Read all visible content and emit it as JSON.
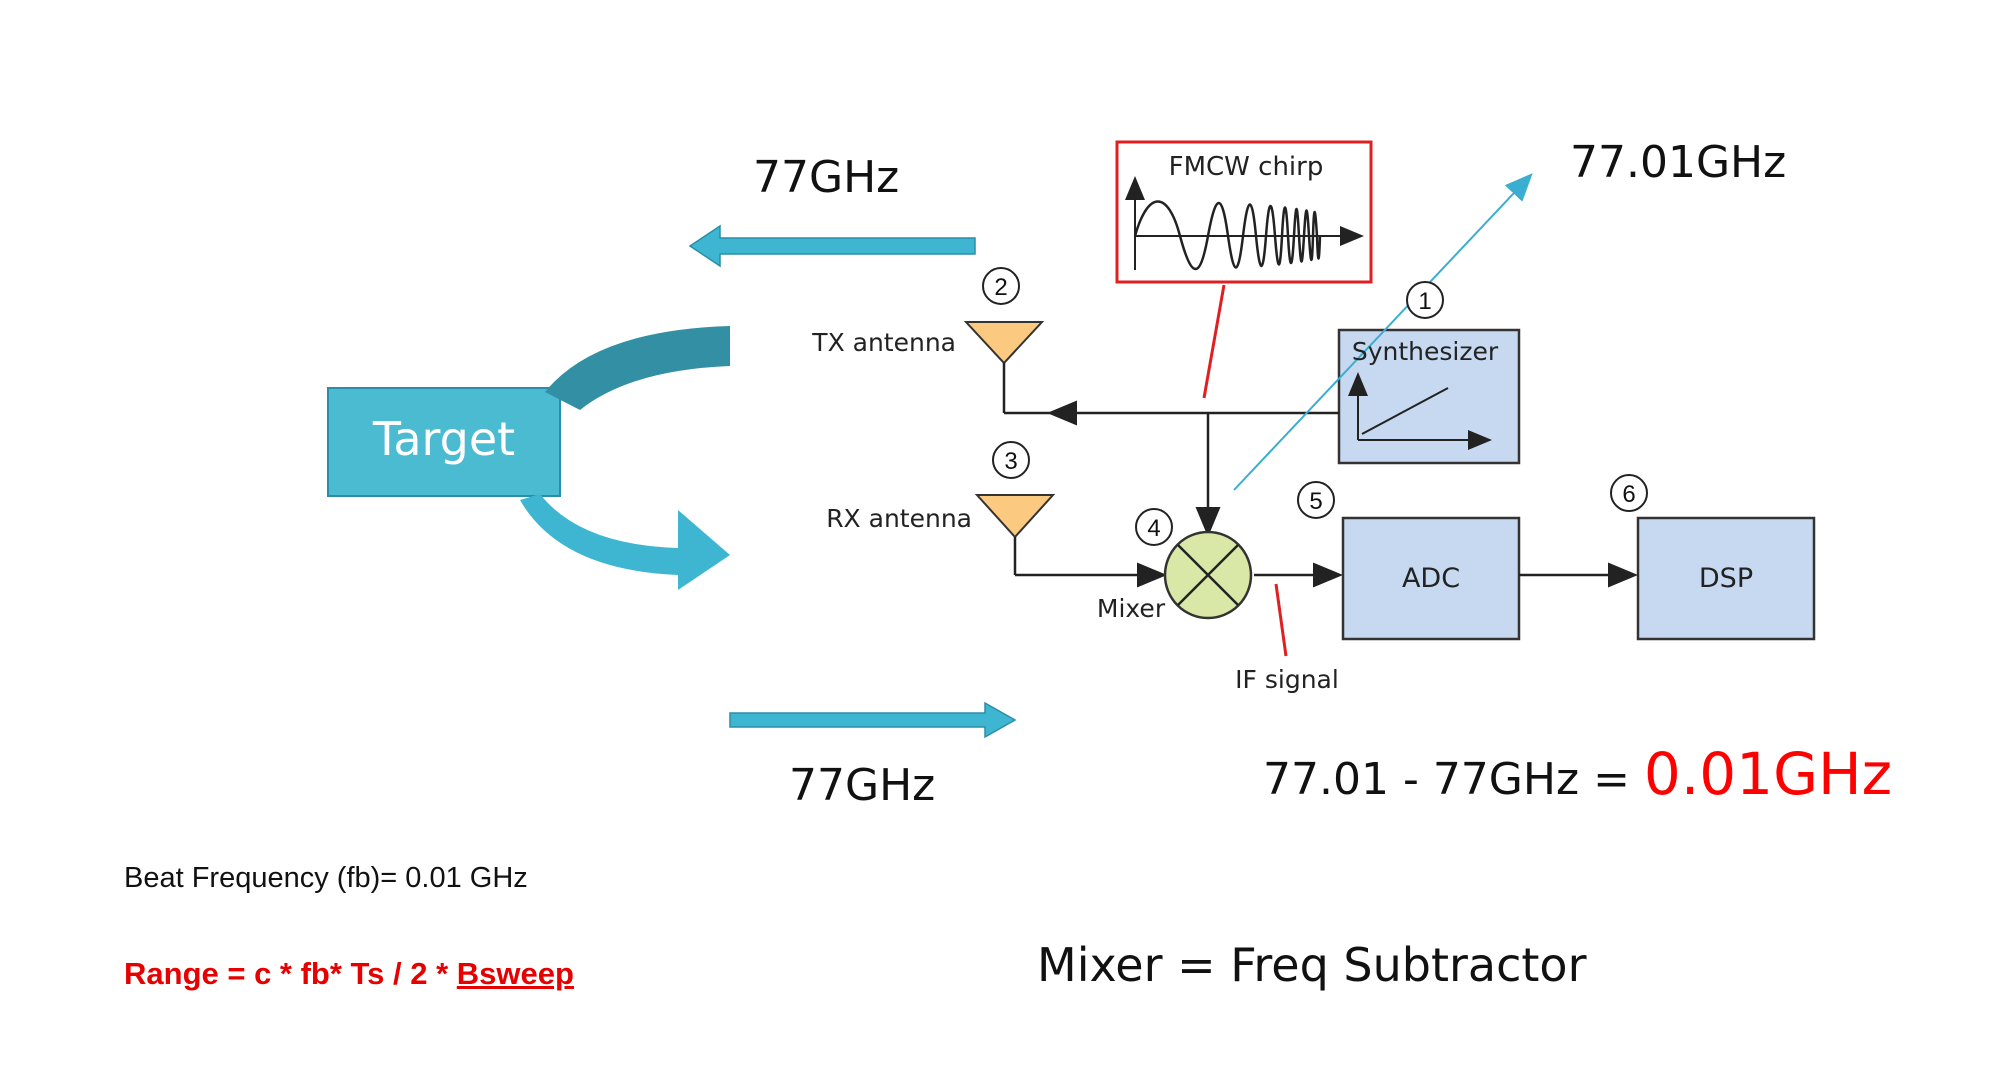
{
  "target": {
    "label": "Target"
  },
  "freq_labels": {
    "tx_top": "77GHz",
    "rx_bottom": "77GHz",
    "chirp_out": "77.01GHz"
  },
  "blocks": {
    "fmcw": "FMCW chirp",
    "synthesizer": "Synthesizer",
    "adc": "ADC",
    "dsp": "DSP",
    "tx_antenna": "TX antenna",
    "rx_antenna": "RX antenna",
    "mixer": "Mixer",
    "if_signal": "IF signal"
  },
  "steps": [
    "1",
    "2",
    "3",
    "4",
    "5",
    "6"
  ],
  "equation": {
    "prefix": "77.01 - 77GHz = ",
    "result": "0.01GHz"
  },
  "notes": {
    "beat": "Beat Frequency (fb)= 0.01 GHz",
    "range_prefix": "Range = c * fb* Ts / 2 * ",
    "range_suffix": "Bsweep",
    "mixer_def": "Mixer = Freq Subtractor"
  },
  "colors": {
    "target_fill": "#4bbbd2",
    "arrow_fill": "#3eb6d1",
    "block_fill": "#c6d9f1",
    "antenna_fill": "#fbc97f",
    "mixer_fill": "#d9e8a6",
    "highlight_red": "#ff0000"
  }
}
